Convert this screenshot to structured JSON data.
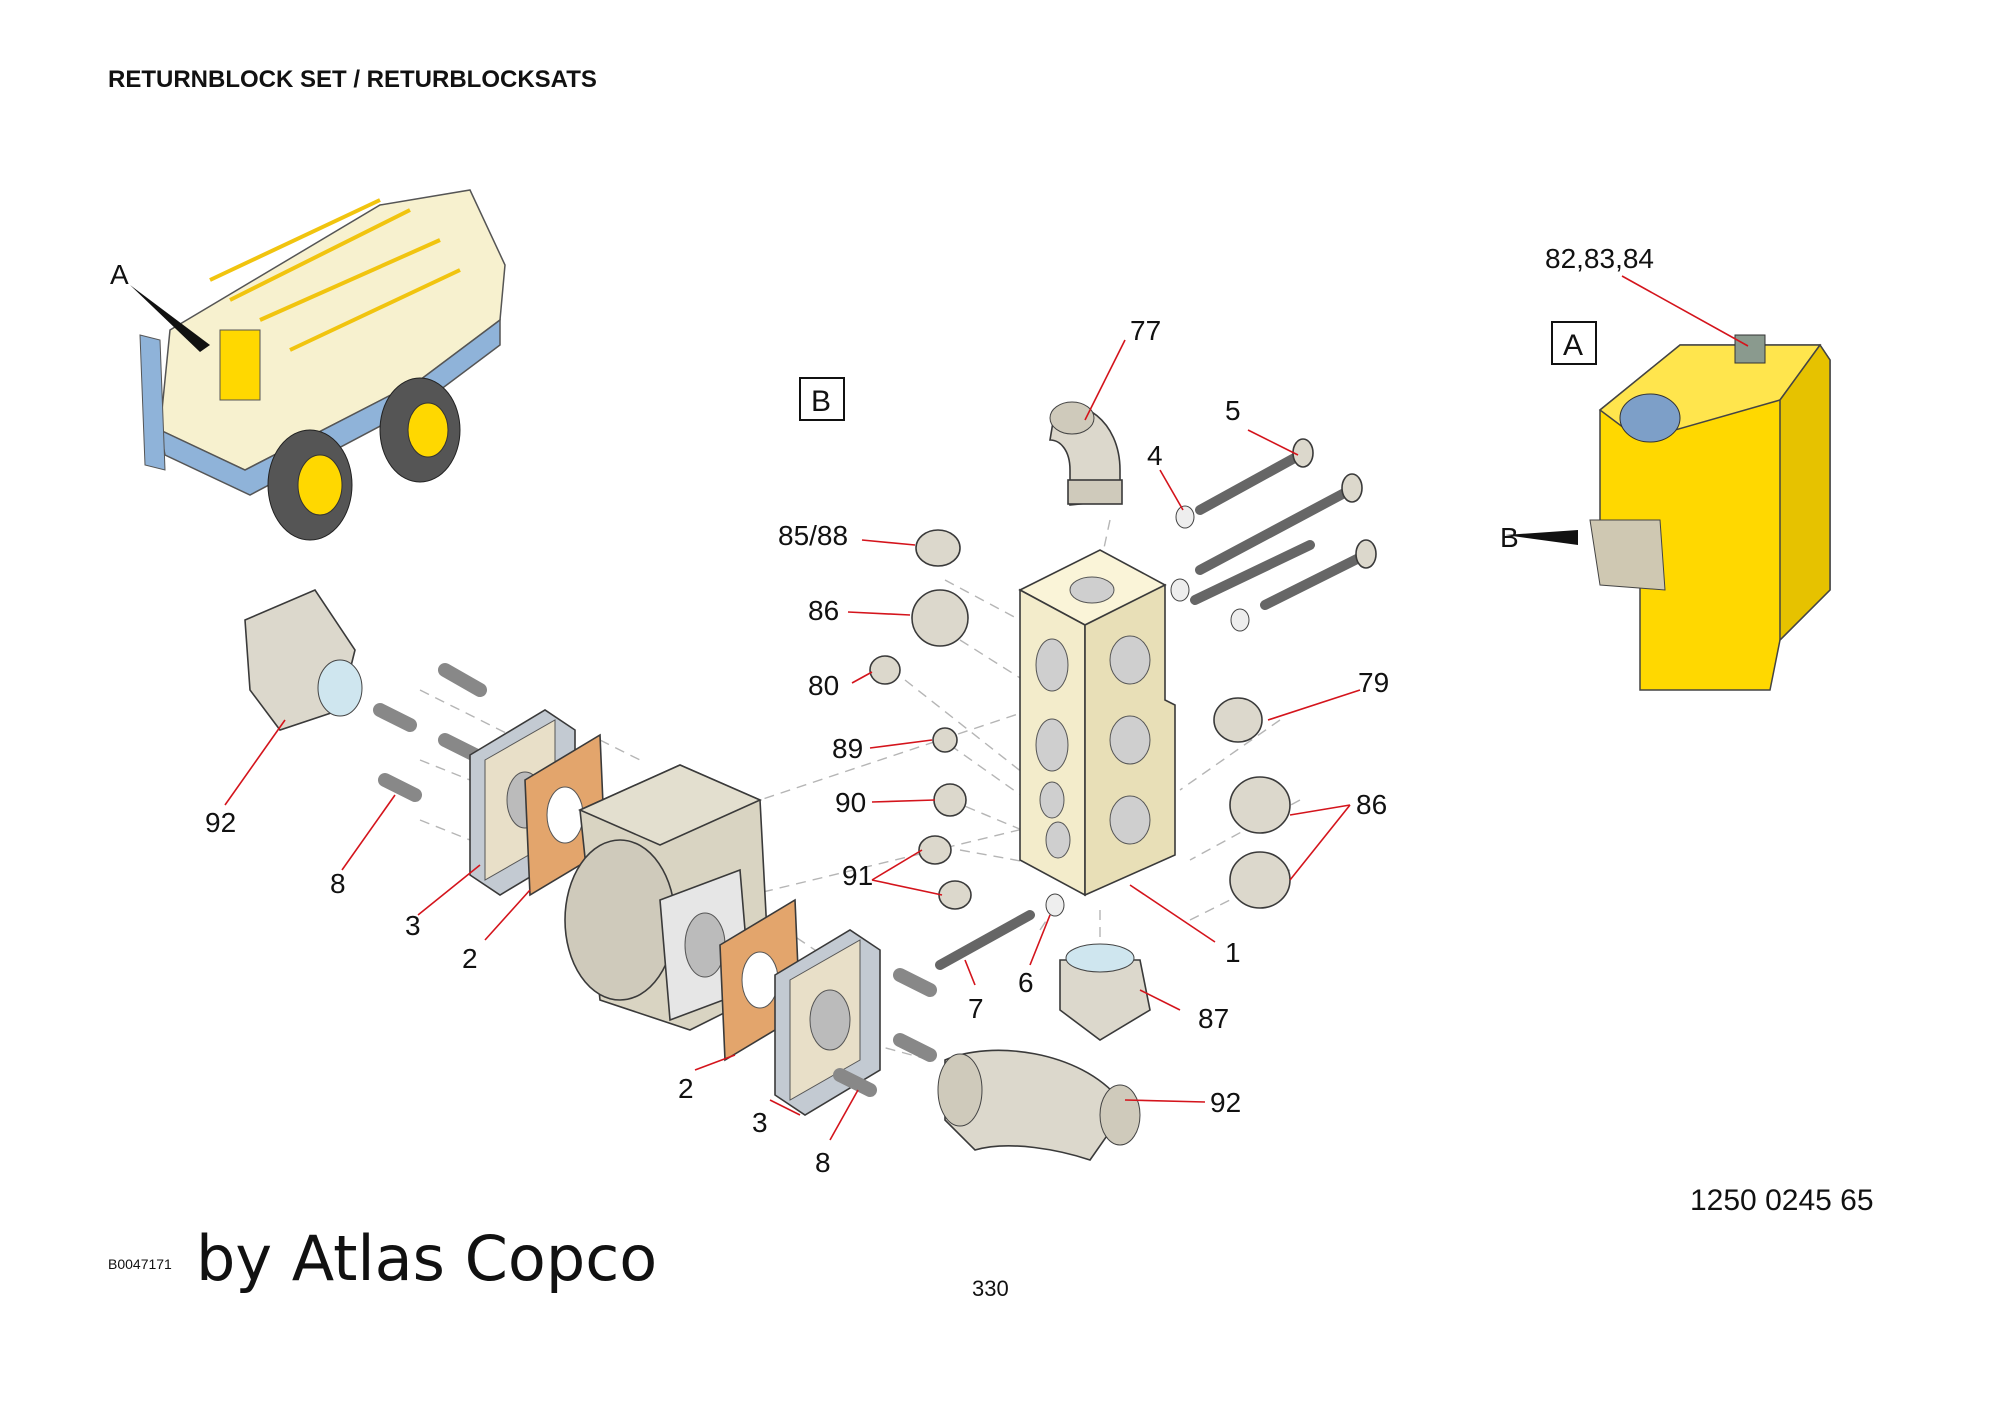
{
  "title": "RETURNBLOCK SET / RETURBLOCKSATS",
  "part_number": "1250 0245 65",
  "drawing_code": "B0047171",
  "footer": "by Atlas Copco",
  "page_number": "330",
  "view_labels": {
    "a": "A",
    "b": "B"
  },
  "overview_pointer": "A",
  "tank_pointer": "B",
  "callouts": {
    "c77": "77",
    "c5": "5",
    "c4": "4",
    "c85_88": "85/88",
    "c86a": "86",
    "c80": "80",
    "c89": "89",
    "c90": "90",
    "c91": "91",
    "c79": "79",
    "c86b": "86",
    "c1": "1",
    "c6": "6",
    "c7": "7",
    "c87": "87",
    "c92a": "92",
    "c92b": "92",
    "c8a": "8",
    "c8b": "8",
    "c3a": "3",
    "c3b": "3",
    "c2a": "2",
    "c2b": "2",
    "c82_84": "82,83,84"
  },
  "colors": {
    "leader": "#d4141c",
    "block": "#f3eccb",
    "part_grey": "#dcd8cc",
    "gasket": "#e3a56c",
    "tank": "#ffd800",
    "machine_body": "#f7f1cf",
    "machine_base": "#8fb3d9"
  }
}
